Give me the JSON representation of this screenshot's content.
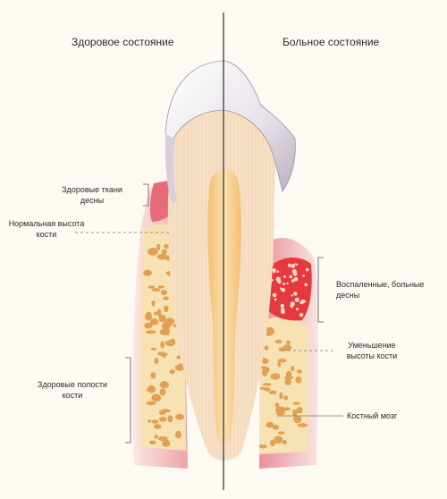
{
  "headers": {
    "left": "Здоровое состояние",
    "right": "Больное состояние"
  },
  "labels": {
    "healthy_gum": [
      "Здоровые ткани",
      "десны"
    ],
    "normal_bone_height": [
      "Нормальная высота",
      "кости"
    ],
    "healthy_bone_cavities": [
      "Здоровые полости",
      "кости"
    ],
    "inflamed_gum": [
      "Воспаленные, больные",
      "десны"
    ],
    "bone_height_decrease": [
      "Уменьшение",
      "высоты  кости"
    ],
    "bone_marrow": "Костный мозг"
  },
  "colors": {
    "enamel": "#ece7ee",
    "dentin": "#f7dcc0",
    "pulp": "#f5c57c",
    "gum_healthy": "#eea1a6",
    "gum_inflamed": "#e2243b",
    "bone": "#f6e2b2",
    "marrow": "#e3a052",
    "divider": "#3a3a3a"
  }
}
